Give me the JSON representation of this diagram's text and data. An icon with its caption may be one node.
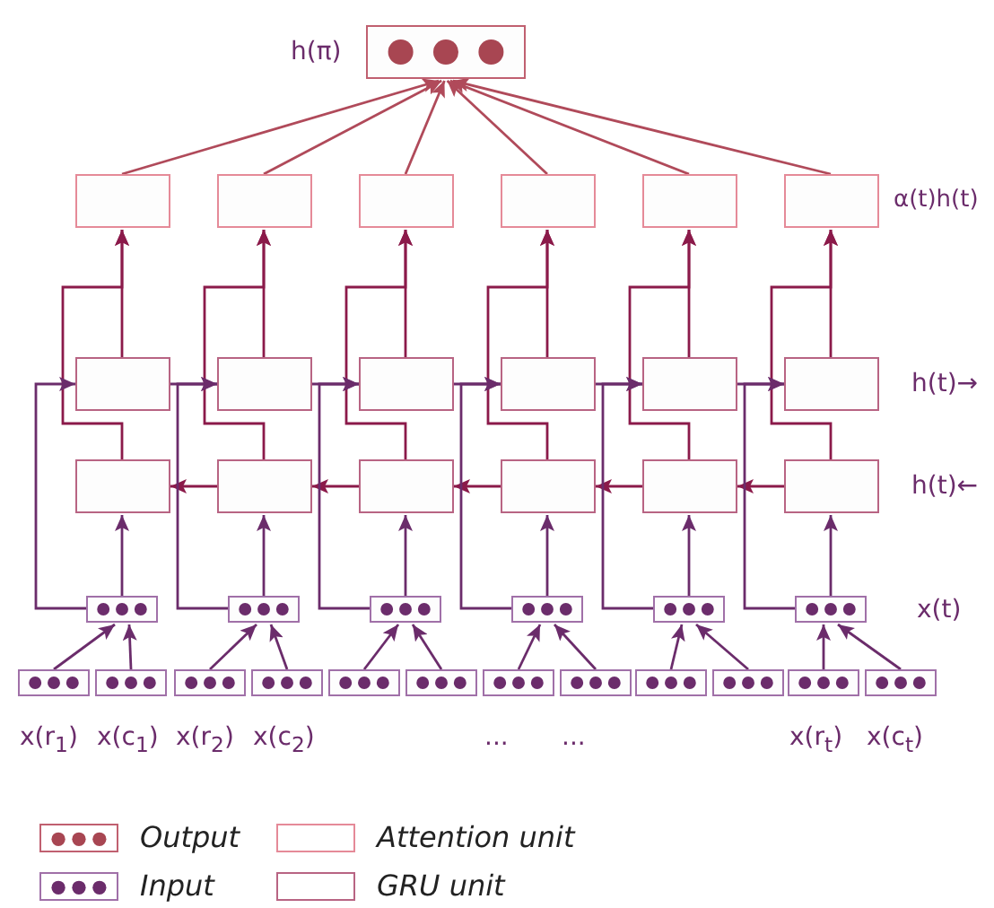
{
  "diagram": {
    "nodes": [
      {
        "text": [],
        "shape": "box",
        "beside": [
          "h(π)"
        ]
      },
      {
        "text": [],
        "shape": "box"
      },
      {
        "text": [],
        "shape": "box"
      },
      {
        "text": [],
        "shape": "box"
      },
      {
        "text": [],
        "shape": "box"
      },
      {
        "text": [],
        "shape": "box"
      },
      {
        "text": [],
        "shape": "box"
      },
      {
        "text": [],
        "shape": "box"
      },
      {
        "text": [],
        "shape": "box"
      },
      {
        "text": [],
        "shape": "box"
      },
      {
        "text": [],
        "shape": "box"
      },
      {
        "text": [],
        "shape": "box"
      },
      {
        "text": [],
        "shape": "box"
      },
      {
        "text": [],
        "shape": "box"
      },
      {
        "text": [],
        "shape": "box"
      },
      {
        "text": [],
        "shape": "box"
      },
      {
        "text": [],
        "shape": "box"
      },
      {
        "text": [],
        "shape": "box"
      },
      {
        "text": [],
        "shape": "box"
      },
      {
        "text": [],
        "shape": "box"
      },
      {
        "text": [],
        "shape": "box"
      },
      {
        "text": [],
        "shape": "box"
      },
      {
        "text": [],
        "shape": "box"
      },
      {
        "text": [],
        "shape": "box"
      },
      {
        "text": [],
        "shape": "box"
      },
      {
        "text": [],
        "shape": "box",
        "beside": [
          "x(r$_{1}$)"
        ]
      },
      {
        "text": [],
        "shape": "box",
        "beside": [
          "x(c$_{1}$)"
        ]
      },
      {
        "text": [],
        "shape": "box",
        "beside": [
          "x(r$_{2}$)"
        ]
      },
      {
        "text": [],
        "shape": "box",
        "beside": [
          "x(c$_{2}$)"
        ]
      },
      {
        "text": [],
        "shape": "box"
      },
      {
        "text": [],
        "shape": "box"
      },
      {
        "text": [],
        "shape": "box",
        "beside": [
          "..."
        ]
      },
      {
        "text": [],
        "shape": "box",
        "beside": [
          "..."
        ]
      },
      {
        "text": [],
        "shape": "box"
      },
      {
        "text": [],
        "shape": "box"
      },
      {
        "text": [],
        "shape": "box",
        "beside": [
          "x(r$_{t}$)"
        ]
      },
      {
        "text": [],
        "shape": "box",
        "beside": [
          "x(c$_{t}$)"
        ]
      }
    ],
    "edges": [
      {
        "from": 1,
        "to": 0,
        "arrow": "to",
        "color": "#b04a5a"
      },
      {
        "from": 2,
        "to": 0,
        "arrow": "to",
        "color": "#b04a5a"
      },
      {
        "from": 3,
        "to": 0,
        "arrow": "to",
        "color": "#b04a5a"
      },
      {
        "from": 4,
        "to": 0,
        "arrow": "to",
        "color": "#b04a5a"
      },
      {
        "from": 5,
        "to": 0,
        "arrow": "to",
        "color": "#b04a5a"
      },
      {
        "from": 6,
        "to": 0,
        "arrow": "to",
        "color": "#b04a5a"
      },
      {
        "from": 7,
        "to": 1,
        "arrow": "to",
        "color": "#8b1a4a"
      },
      {
        "from": 13,
        "to": 1,
        "arrow": "to",
        "color": "#8b1a4a"
      },
      {
        "from": 8,
        "to": 2,
        "arrow": "to",
        "color": "#8b1a4a"
      },
      {
        "from": 14,
        "to": 2,
        "arrow": "to",
        "color": "#8b1a4a"
      },
      {
        "from": 9,
        "to": 3,
        "arrow": "to",
        "color": "#8b1a4a"
      },
      {
        "from": 15,
        "to": 3,
        "arrow": "to",
        "color": "#8b1a4a"
      },
      {
        "from": 10,
        "to": 4,
        "arrow": "to",
        "color": "#8b1a4a"
      },
      {
        "from": 16,
        "to": 4,
        "arrow": "to",
        "color": "#8b1a4a"
      },
      {
        "from": 11,
        "to": 5,
        "arrow": "to",
        "color": "#8b1a4a"
      },
      {
        "from": 17,
        "to": 5,
        "arrow": "to",
        "color": "#8b1a4a"
      },
      {
        "from": 12,
        "to": 6,
        "arrow": "to",
        "color": "#8b1a4a"
      },
      {
        "from": 18,
        "to": 6,
        "arrow": "to",
        "color": "#8b1a4a"
      },
      {
        "from": 7,
        "to": 8,
        "arrow": "to"
      },
      {
        "from": 8,
        "to": 9,
        "arrow": "to"
      },
      {
        "from": 9,
        "to": 10,
        "arrow": "to"
      },
      {
        "from": 10,
        "to": 11,
        "arrow": "to"
      },
      {
        "from": 11,
        "to": 12,
        "arrow": "to"
      },
      {
        "from": 18,
        "to": 17,
        "arrow": "to",
        "color": "#8b1a4a"
      },
      {
        "from": 17,
        "to": 16,
        "arrow": "to",
        "color": "#8b1a4a"
      },
      {
        "from": 16,
        "to": 15,
        "arrow": "to",
        "color": "#8b1a4a"
      },
      {
        "from": 15,
        "to": 14,
        "arrow": "to",
        "color": "#8b1a4a"
      },
      {
        "from": 14,
        "to": 13,
        "arrow": "to",
        "color": "#8b1a4a"
      },
      {
        "from": 19,
        "to": 7,
        "arrow": "to"
      },
      {
        "from": 19,
        "to": 13,
        "arrow": "to"
      },
      {
        "from": 20,
        "to": 8,
        "arrow": "to"
      },
      {
        "from": 20,
        "to": 14,
        "arrow": "to"
      },
      {
        "from": 21,
        "to": 9,
        "arrow": "to"
      },
      {
        "from": 21,
        "to": 15,
        "arrow": "to"
      },
      {
        "from": 22,
        "to": 10,
        "arrow": "to"
      },
      {
        "from": 22,
        "to": 16,
        "arrow": "to"
      },
      {
        "from": 23,
        "to": 11,
        "arrow": "to"
      },
      {
        "from": 23,
        "to": 17,
        "arrow": "to"
      },
      {
        "from": 24,
        "to": 12,
        "arrow": "to"
      },
      {
        "from": 24,
        "to": 18,
        "arrow": "to"
      },
      {
        "from": 25,
        "to": 19,
        "arrow": "to"
      },
      {
        "from": 26,
        "to": 19,
        "arrow": "to"
      },
      {
        "from": 27,
        "to": 20,
        "arrow": "to"
      },
      {
        "from": 28,
        "to": 20,
        "arrow": "to"
      },
      {
        "from": 29,
        "to": 21,
        "arrow": "to"
      },
      {
        "from": 30,
        "to": 21,
        "arrow": "to"
      },
      {
        "from": 31,
        "to": 22,
        "arrow": "to"
      },
      {
        "from": 32,
        "to": 22,
        "arrow": "to"
      },
      {
        "from": 33,
        "to": 23,
        "arrow": "to"
      },
      {
        "from": 34,
        "to": 23,
        "arrow": "to"
      },
      {
        "from": 35,
        "to": 24,
        "arrow": "to"
      },
      {
        "from": 36,
        "to": 24,
        "arrow": "to"
      }
    ],
    "labels": [
      "α(t)h(t)",
      "h(t)→",
      "h(t)←",
      "x(t)"
    ],
    "legend": [
      {
        "text": "Output"
      },
      {
        "text": "Attention unit"
      },
      {
        "text": "Input"
      },
      {
        "text": "GRU unit"
      }
    ]
  }
}
